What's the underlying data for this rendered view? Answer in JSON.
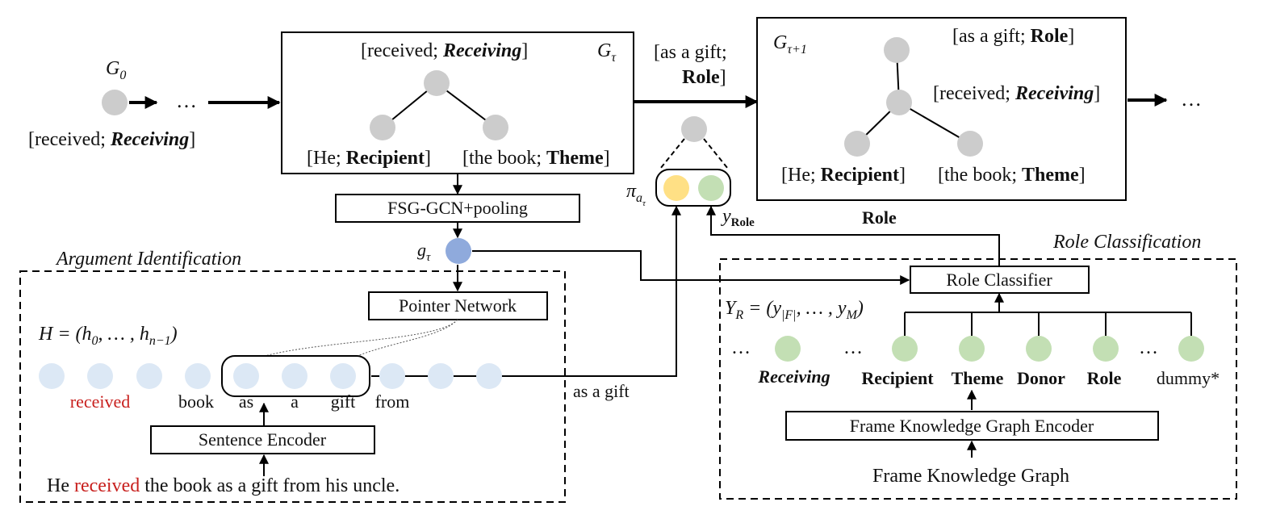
{
  "graphs": {
    "g0": {
      "label": "G",
      "sub": "0",
      "node": [
        "[received; ",
        "Receiving",
        "]"
      ]
    },
    "gt": {
      "label": "G",
      "sub": "τ",
      "root": [
        "[received; ",
        "Receiving",
        "]"
      ],
      "left": [
        "[He; ",
        "Recipient",
        "]"
      ],
      "right": [
        "[the book; ",
        "Theme",
        "]"
      ]
    },
    "gt1": {
      "label": "G",
      "sub": "τ+1",
      "top": [
        "[as a gift; ",
        "Role",
        "]"
      ],
      "mid": [
        "[received; ",
        "Receiving",
        "]"
      ],
      "left": [
        "[He; ",
        "Recipient",
        "]"
      ],
      "right": [
        "[the book; ",
        "Theme",
        "]"
      ]
    },
    "ellipsis": "…",
    "transition": {
      "line1": "[as a gift;",
      "line2": "Role",
      "line2_suffix": "]"
    }
  },
  "modules": {
    "fsg": "FSG-GCN+pooling",
    "pointer": "Pointer Network",
    "sentence_encoder": "Sentence Encoder",
    "role_classifier": "Role Classifier",
    "fkg_encoder": "Frame Knowledge Graph Encoder",
    "fkg": "Frame Knowledge Graph"
  },
  "sections": {
    "arg_id": "Argument Identification",
    "role_cls": "Role Classification"
  },
  "symbols": {
    "g_tau": "g",
    "g_tau_sub": "τ",
    "pi": "π",
    "pi_sub": "a",
    "pi_subsub": "τ",
    "y_role": "y",
    "y_role_sub": "Role",
    "role": "Role",
    "H": "H = (h",
    "H_0": "0",
    "H_mid": ", … , h",
    "H_n": "n−1",
    "H_end": ")",
    "YR": "Y",
    "YR_sub": "R",
    "YR_eq": " = (y",
    "YR_F": "|F|",
    "YR_mid": ", … , y",
    "YR_M": "M",
    "YR_end": ")",
    "as_a_gift": "as a gift"
  },
  "tokens": [
    "received",
    "book",
    "as",
    "a",
    "gift",
    "from"
  ],
  "sentence": {
    "pre": "He ",
    "highlight": "received",
    "post": " the book as a gift from his uncle."
  },
  "frame_labels": [
    "…",
    "…",
    "Receiving",
    "Recipient",
    "Theme",
    "Donor",
    "Role",
    "…",
    "dummy*"
  ],
  "colors": {
    "gray_node": "#cccccc",
    "token_node": "#dce8f5",
    "g_node": "#8faadc",
    "yellow_node": "#ffe085",
    "green_node": "#c3dfb4",
    "highlight": "#c8201e"
  }
}
